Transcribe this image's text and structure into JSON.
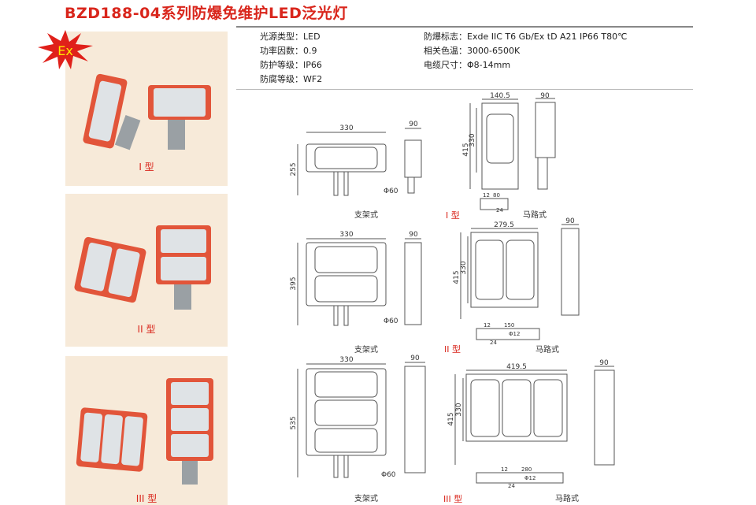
{
  "title": "BZD188-04系列防爆免维护LED泛光灯",
  "badge": "Ex",
  "colors": {
    "brand_red": "#d9261c",
    "panel_bg": "#f7ead9",
    "housing_orange": "#e2553a"
  },
  "specs_left": [
    {
      "label": "光源类型：",
      "value": "LED"
    },
    {
      "label": "功率因数：",
      "value": "0.9"
    },
    {
      "label": "防护等级：",
      "value": "IP66"
    },
    {
      "label": "防腐等级：",
      "value": "WF2"
    }
  ],
  "specs_right": [
    {
      "label": "防爆标志：",
      "value": "Exde IIC T6 Gb/Ex tD A21 IP66 T80℃"
    },
    {
      "label": "相关色温：",
      "value": "3000-6500K"
    },
    {
      "label": "电缆尺寸：",
      "value": "Φ8-14mm"
    }
  ],
  "types": [
    {
      "name": "I 型",
      "bracket_label": "支架式",
      "street_label": "马路式",
      "bracket": {
        "width": "330",
        "height": "255",
        "depth": "90",
        "pole": "Φ60"
      },
      "street": {
        "width": "140.5",
        "height_total": "415",
        "height_body": "330",
        "depth": "90",
        "mount_a": "12",
        "mount_b": "80",
        "mount_c": "24"
      }
    },
    {
      "name": "II 型",
      "bracket_label": "支架式",
      "street_label": "马路式",
      "bracket": {
        "width": "330",
        "height": "395",
        "depth": "90",
        "pole": "Φ60"
      },
      "street": {
        "width": "279.5",
        "height_total": "415",
        "height_body": "330",
        "depth": "90",
        "mount_a": "12",
        "mount_b": "150",
        "mount_hole": "Φ12",
        "mount_c": "24"
      }
    },
    {
      "name": "III 型",
      "bracket_label": "支架式",
      "street_label": "马路式",
      "bracket": {
        "width": "330",
        "height": "535",
        "depth": "90",
        "pole": "Φ60"
      },
      "street": {
        "width": "419.5",
        "height_total": "415",
        "height_body": "330",
        "depth": "90",
        "mount_a": "12",
        "mount_b": "280",
        "mount_hole": "Φ12",
        "mount_c": "24"
      }
    }
  ]
}
